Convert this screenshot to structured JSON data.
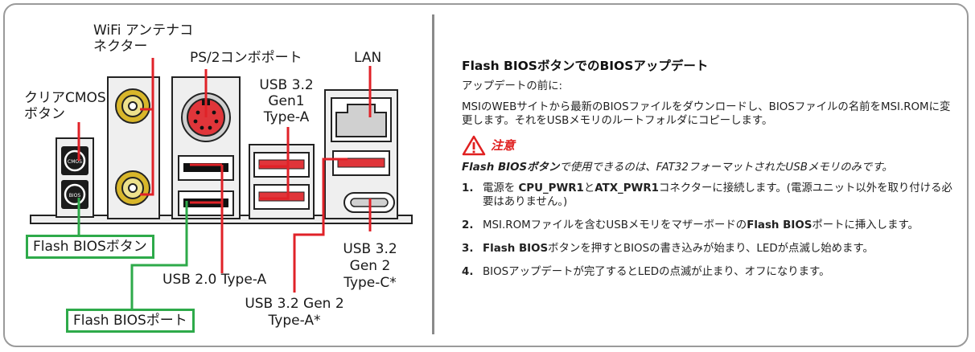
{
  "labels": {
    "wifi": "WiFi アンテナコ\nネクター",
    "ps2": "PS/2コンボポート",
    "lan": "LAN",
    "usb32g1": "USB 3.2\nGen1\nType-A",
    "clear_cmos": "クリアCMOS\nボタン",
    "flash_bios_button": "Flash BIOSボタン",
    "usb20": "USB 2.0 Type-A",
    "usb32g2c": "USB 3.2\nGen 2\nType-C*",
    "flash_bios_port": "Flash BIOSポート",
    "usb32g2a": "USB 3.2 Gen 2\nType-A*",
    "cmos_button_text": "CMOS",
    "bios_button_text": "BIOS"
  },
  "panel": {
    "title": "Flash BIOSボタンでのBIOSアップデート",
    "before": "アップデートの前に:",
    "intro": "MSIのWEBサイトから最新のBIOSファイルをダウンロードし、BIOSファイルの名前をMSI.ROMに変更します。それをUSBメモリのルートフォルダにコピーします。",
    "caution_label": "注意",
    "note_bold": "Flash BIOSボタン",
    "note_rest": "で使用できるのは、FAT32フォーマットされたUSBメモリのみです。",
    "steps": [
      {
        "num": "1.",
        "pre": "電源を ",
        "b1": "CPU_PWR1",
        "mid": "と",
        "b2": "ATX_PWR1",
        "post": "コネクターに接続します。(電源ユニット以外を取り付ける必要はありません。)"
      },
      {
        "num": "2.",
        "pre": "MSI.ROMファイルを含むUSBメモリをマザーボードの",
        "b1": "Flash BIOS",
        "post": "ポートに挿入します。"
      },
      {
        "num": "3.",
        "b1": "Flash BIOS",
        "post": "ボタンを押すとBIOSの書き込みが始まり、LEDが点滅し始めます。"
      },
      {
        "num": "4.",
        "post": "BIOSアップデートが完了するとLEDの点滅が止まり、オフになります。"
      }
    ]
  },
  "colors": {
    "callout_red": "#e02228",
    "callout_green": "#2eaa4a",
    "port_red": "#e0353a",
    "antenna_gold": "#d8b62a",
    "panel_bg": "#efefef"
  }
}
